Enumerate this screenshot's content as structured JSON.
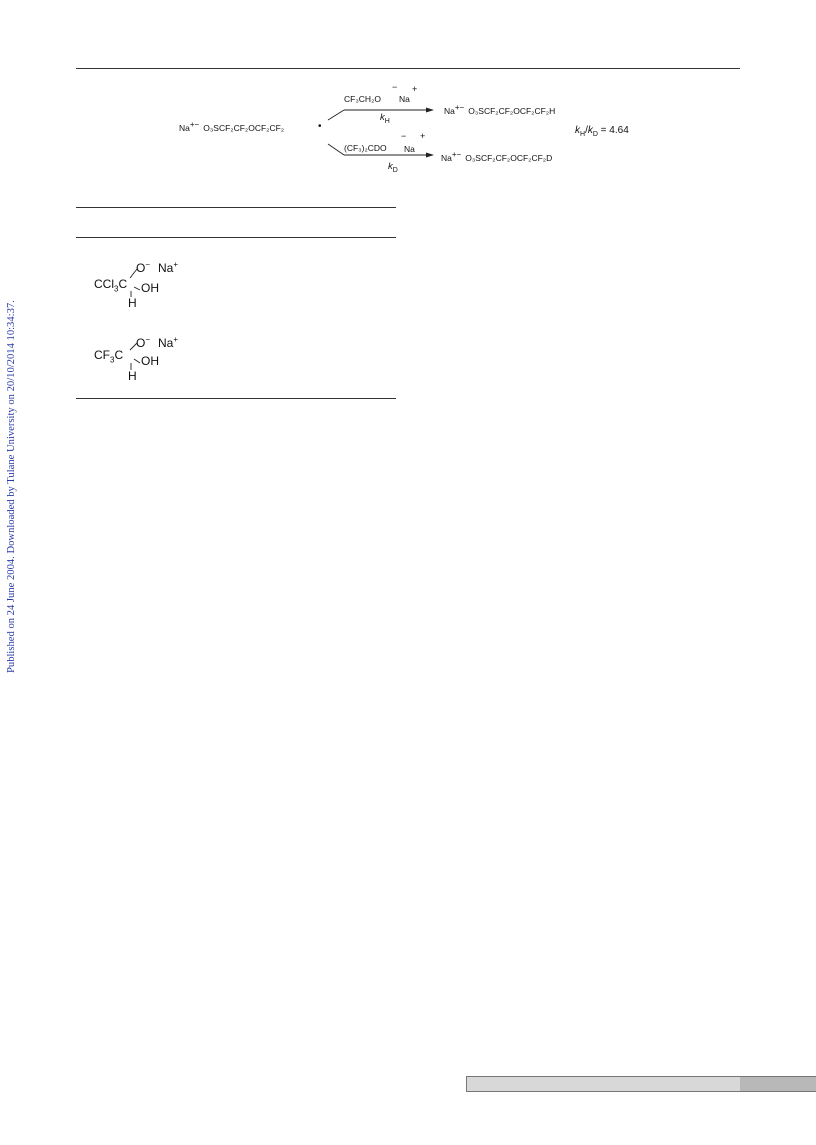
{
  "sidebar": {
    "published_notice": "Published on 24 June 2004. Downloaded by Tulane University on 20/10/2014 10:34:37."
  },
  "scheme": {
    "reactant": {
      "cation": "Na",
      "charges": "+−",
      "anion": "O₃SCF₂CF₂OCF₂CF₂"
    },
    "radical_dot": "•",
    "upper_reagent": "CF₃CH₂O",
    "upper_reagent_charge": "−",
    "upper_counterion": "Na",
    "upper_counterion_charge": "+",
    "upper_rate": {
      "k": "k",
      "sub": "H"
    },
    "upper_product": {
      "cation": "Na",
      "charges": "+−",
      "anion": "O₃SCF₂CF₂OCF₂CF₂H"
    },
    "lower_reagent": "(CF₃)₂CDO",
    "lower_reagent_charge": "−",
    "lower_counterion": "Na",
    "lower_counterion_charge": "+",
    "lower_rate": {
      "k": "k",
      "sub": "D"
    },
    "lower_product": {
      "cation": "Na",
      "charges": "+−",
      "anion": "O₃SCF₂CF₂OCF₂CF₂D"
    },
    "kie": {
      "k1": "k",
      "s1": "H",
      "slash": "/",
      "k2": "k",
      "s2": "D",
      "value": " = 4.64"
    }
  },
  "table": {
    "rows": [
      {
        "group": "CCl",
        "group_sub": "3",
        "carbon": "C",
        "oxygen": "O",
        "o_charge": "−",
        "cation": "Na",
        "cation_charge": "+",
        "hydroxyl": "OH",
        "hydrogen": "H"
      },
      {
        "group": "CF",
        "group_sub": "3",
        "carbon": "C",
        "oxygen": "O",
        "o_charge": "−",
        "cation": "Na",
        "cation_charge": "+",
        "hydroxyl": "OH",
        "hydrogen": "H"
      }
    ]
  }
}
